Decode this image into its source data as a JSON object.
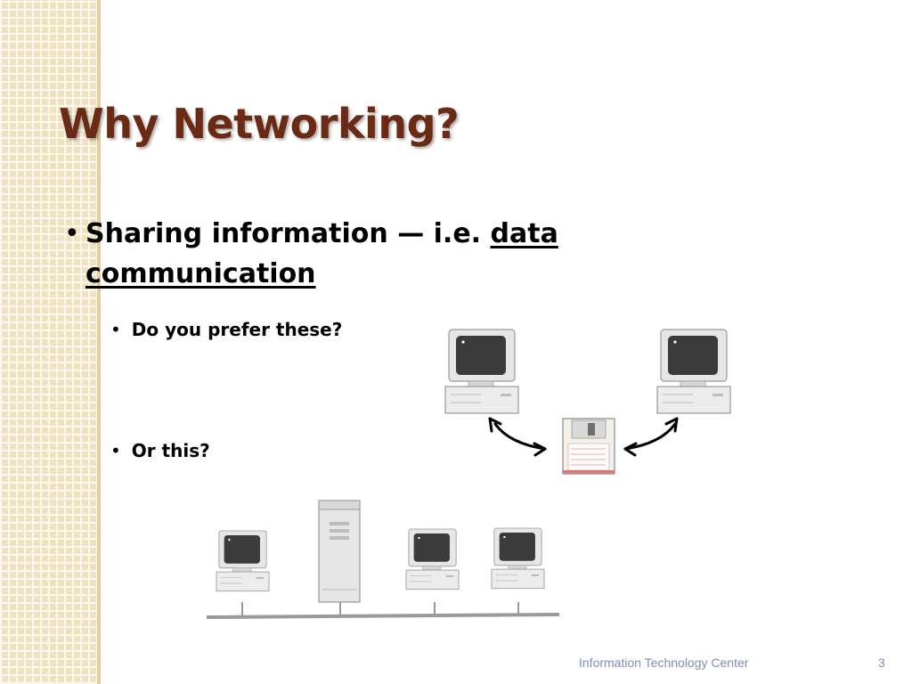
{
  "slide": {
    "title": "Why Networking?",
    "bullet": {
      "prefix": "Sharing information — i.e. ",
      "underlined_1": "data",
      "underlined_2": "communication"
    },
    "subbullets": [
      {
        "label": "Do you prefer these?"
      },
      {
        "label": "Or this?"
      }
    ],
    "footer": {
      "center": "Information Technology Center",
      "page_number": "3"
    }
  },
  "icons": [
    "desktop-computer-icon",
    "floppy-disk-icon",
    "server-tower-icon",
    "double-arrow-icon",
    "network-bus-line"
  ],
  "colors": {
    "title": "#6b2a14",
    "side_band": "#f0e2bf",
    "footer_text": "#7c8fb8"
  }
}
